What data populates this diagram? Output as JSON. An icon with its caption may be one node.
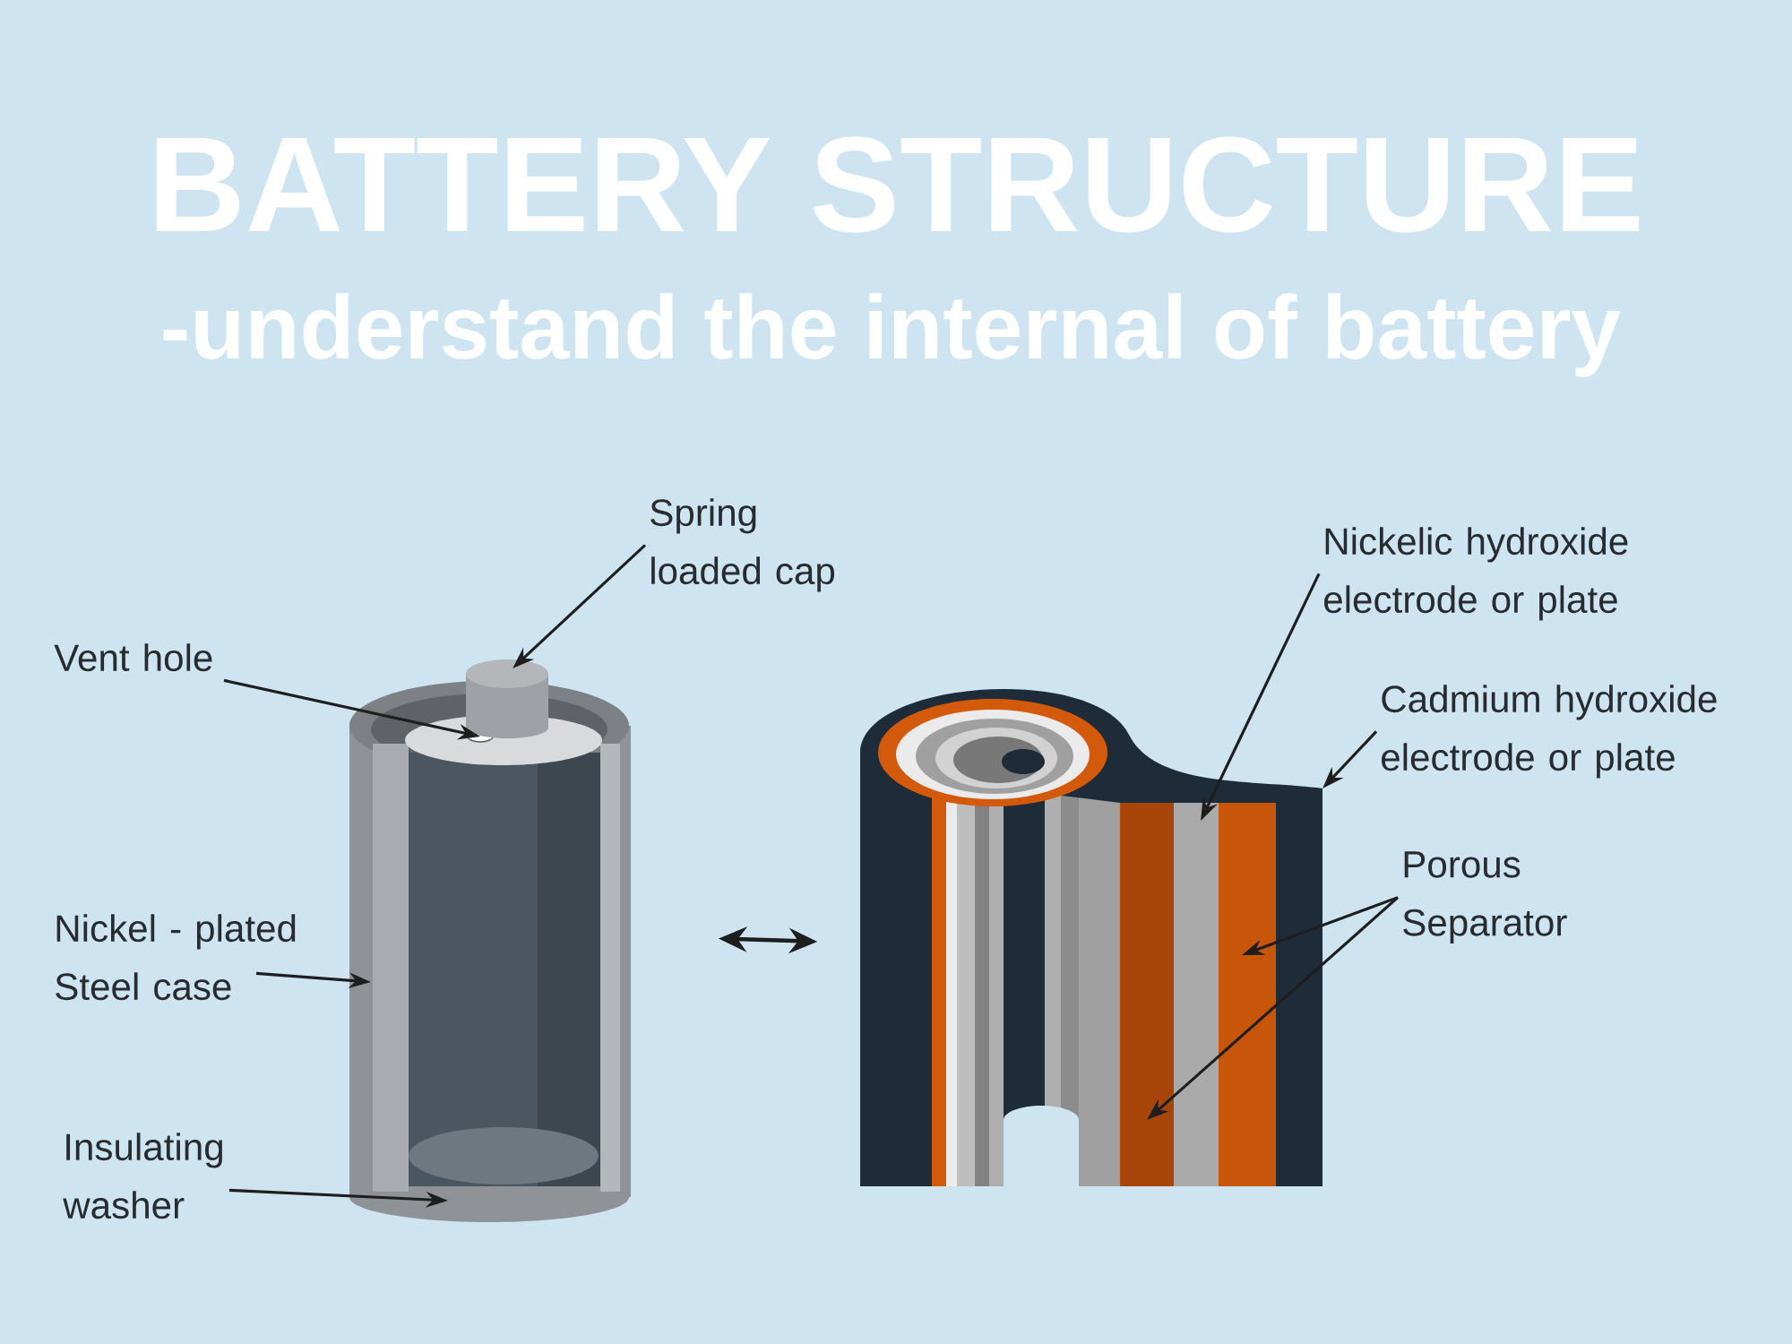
{
  "diagram": {
    "title": "BATTERY STRUCTURE",
    "labels": [
      "-understand the internal of battery"
    ],
    "nodes": [
      {
        "text": [
          "Spring loaded cap"
        ]
      },
      {
        "text": [
          "Vent hole"
        ]
      },
      {
        "text": [
          "Nickel - plated Steel case"
        ]
      },
      {
        "text": [
          "Insulating washer"
        ]
      },
      {
        "text": [
          "Nickelic hydroxide electrode or plate"
        ]
      },
      {
        "text": [
          "Cadmium hydroxide electrode or plate"
        ]
      },
      {
        "text": [
          "Porous Separator"
        ]
      },
      {
        "text": [],
        "shape": "picture"
      },
      {
        "text": [],
        "shape": "picture"
      }
    ],
    "edges": [
      {
        "from": 0,
        "to": 7,
        "arrow": "to"
      },
      {
        "from": 1,
        "to": 7,
        "arrow": "to"
      },
      {
        "from": 2,
        "to": 7,
        "arrow": "to"
      },
      {
        "from": 3,
        "to": 7,
        "arrow": "to"
      },
      {
        "from": 4,
        "to": 8,
        "arrow": "to"
      },
      {
        "from": 5,
        "to": 8,
        "arrow": "to"
      },
      {
        "from": 6,
        "to": 8,
        "arrow": "to"
      },
      {
        "from": 6,
        "to": 8,
        "arrow": "to"
      },
      {
        "from": 7,
        "to": 8,
        "arrow": "both"
      }
    ]
  }
}
